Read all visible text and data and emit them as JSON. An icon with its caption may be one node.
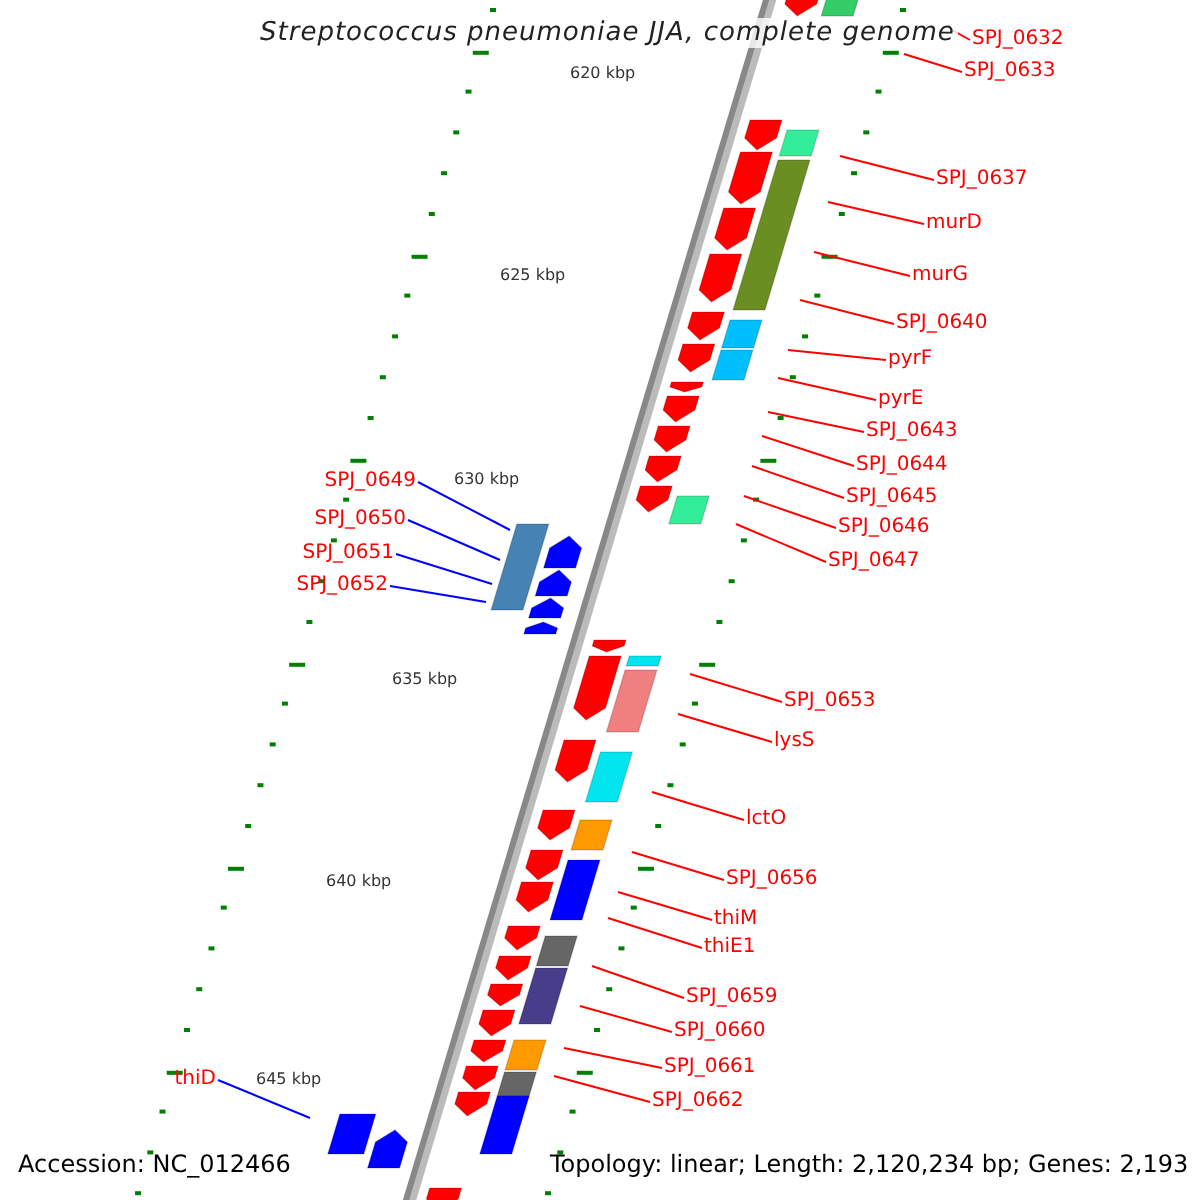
{
  "diagram": {
    "title": "Streptococcus pneumoniae JJA, complete genome",
    "nodes": [
      {
        "text": [
          "SPJ_0632"
        ]
      },
      {
        "text": [
          "SPJ_0633"
        ]
      },
      {
        "text": [
          "SPJ_0637"
        ]
      },
      {
        "text": [
          "murD"
        ]
      },
      {
        "text": [
          "murG"
        ]
      },
      {
        "text": [
          "SPJ_0640"
        ]
      },
      {
        "text": [
          "pyrF"
        ]
      },
      {
        "text": [
          "pyrE"
        ]
      },
      {
        "text": [
          "SPJ_0643"
        ]
      },
      {
        "text": [
          "SPJ_0644"
        ]
      },
      {
        "text": [
          "SPJ_0645"
        ]
      },
      {
        "text": [
          "SPJ_0646"
        ]
      },
      {
        "text": [
          "SPJ_0647"
        ]
      },
      {
        "text": [
          "SPJ_0649"
        ]
      },
      {
        "text": [
          "SPJ_0650"
        ]
      },
      {
        "text": [
          "SPJ_0651"
        ]
      },
      {
        "text": [
          "SPJ_0652"
        ]
      },
      {
        "text": [
          "SPJ_0653"
        ]
      },
      {
        "text": [
          "lysS"
        ]
      },
      {
        "text": [
          "lctO"
        ]
      },
      {
        "text": [
          "SPJ_0656"
        ]
      },
      {
        "text": [
          "thiM"
        ]
      },
      {
        "text": [
          "thiE1"
        ]
      },
      {
        "text": [
          "SPJ_0659"
        ]
      },
      {
        "text": [
          "SPJ_0660"
        ]
      },
      {
        "text": [
          "SPJ_0661"
        ]
      },
      {
        "text": [
          "SPJ_0662"
        ]
      },
      {
        "text": [
          "thiD"
        ]
      }
    ],
    "edges": [
      {
        "from": 0,
        "to": null,
        "arrow": "none"
      },
      {
        "from": 1,
        "to": null,
        "arrow": "none"
      },
      {
        "from": 2,
        "to": null,
        "arrow": "none"
      },
      {
        "from": 3,
        "to": null,
        "arrow": "none"
      },
      {
        "from": 4,
        "to": null,
        "arrow": "none"
      },
      {
        "from": 5,
        "to": null,
        "arrow": "none"
      },
      {
        "from": 6,
        "to": null,
        "arrow": "none"
      },
      {
        "from": 7,
        "to": null,
        "arrow": "none"
      },
      {
        "from": 8,
        "to": null,
        "arrow": "none"
      },
      {
        "from": 9,
        "to": null,
        "arrow": "none"
      },
      {
        "from": 10,
        "to": null,
        "arrow": "none"
      },
      {
        "from": 11,
        "to": null,
        "arrow": "none"
      },
      {
        "from": 12,
        "to": null,
        "arrow": "none"
      },
      {
        "from": 13,
        "to": null,
        "arrow": "none",
        "color": "#0000ff"
      },
      {
        "from": 14,
        "to": null,
        "arrow": "none",
        "color": "#0000ff"
      },
      {
        "from": 15,
        "to": null,
        "arrow": "none",
        "color": "#0000ff"
      },
      {
        "from": 16,
        "to": null,
        "arrow": "none",
        "color": "#0000ff"
      },
      {
        "from": 17,
        "to": null,
        "arrow": "none"
      },
      {
        "from": 18,
        "to": null,
        "arrow": "none"
      },
      {
        "from": 19,
        "to": null,
        "arrow": "none"
      },
      {
        "from": 20,
        "to": null,
        "arrow": "none"
      },
      {
        "from": 21,
        "to": null,
        "arrow": "none"
      },
      {
        "from": 22,
        "to": null,
        "arrow": "none"
      },
      {
        "from": 23,
        "to": null,
        "arrow": "none"
      },
      {
        "from": 24,
        "to": null,
        "arrow": "none"
      },
      {
        "from": 25,
        "to": null,
        "arrow": "none"
      },
      {
        "from": 26,
        "to": null,
        "arrow": "none"
      },
      {
        "from": 27,
        "to": null,
        "arrow": "none",
        "color": "#0000ff"
      }
    ],
    "labels": [
      "620 kbp",
      "625 kbp",
      "630 kbp",
      "635 kbp",
      "640 kbp",
      "645 kbp",
      "Accession: NC_012466",
      "Topology: linear; Length: 2,120,234 bp; Genes: 2,193"
    ]
  }
}
